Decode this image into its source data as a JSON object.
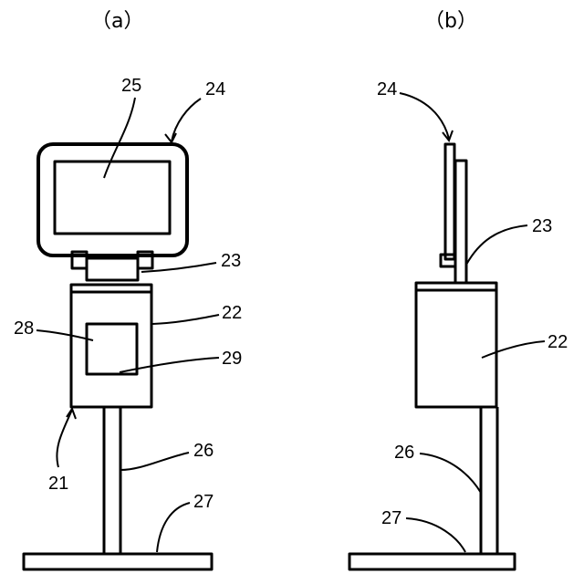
{
  "figure_a": {
    "caption": "（a）",
    "labels": {
      "kiosk": "21",
      "body": "22",
      "mount": "23",
      "monitor": "24",
      "screen": "25",
      "pole": "26",
      "base": "27",
      "panel": "28",
      "panel_window": "29"
    }
  },
  "figure_b": {
    "caption": "（b）",
    "labels": {
      "monitor": "24",
      "mount": "23",
      "body": "22",
      "pole": "26",
      "base": "27"
    }
  }
}
